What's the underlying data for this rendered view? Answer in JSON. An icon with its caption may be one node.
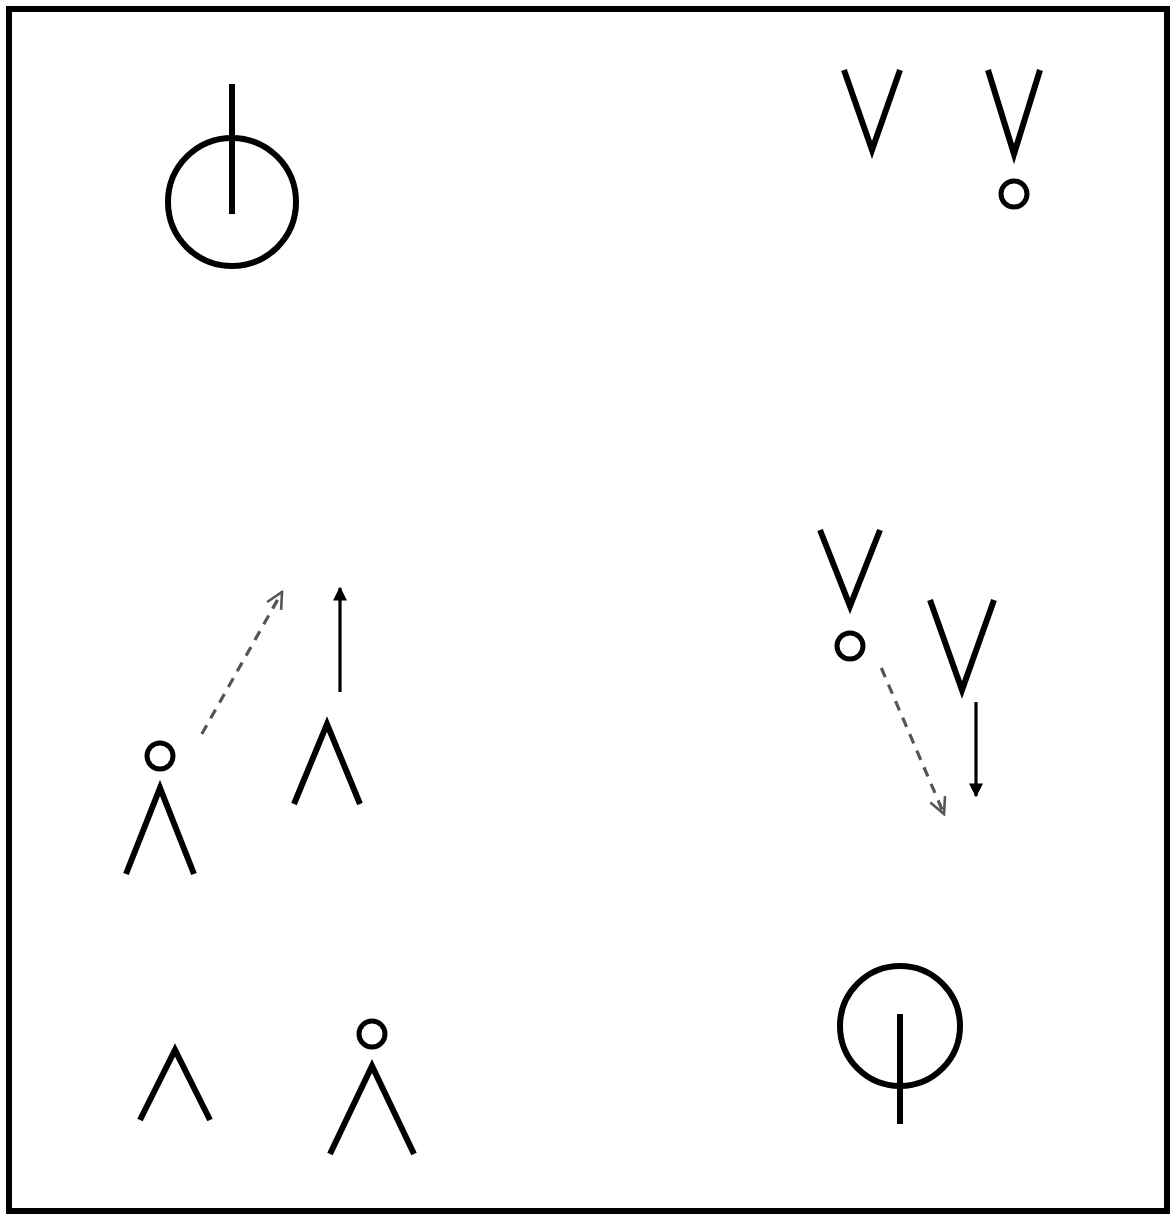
{
  "diagram": {
    "nodes": [
      {
        "text": [],
        "shape": "circle"
      },
      {
        "text": [],
        "shape": "vee"
      },
      {
        "text": [],
        "shape": "vee"
      },
      {
        "text": [],
        "shape": "vee"
      },
      {
        "text": [],
        "shape": "vee"
      },
      {
        "text": [],
        "shape": "caret"
      },
      {
        "text": [],
        "shape": "caret"
      },
      {
        "text": [],
        "shape": "circle"
      },
      {
        "text": [],
        "shape": "caret"
      },
      {
        "text": [],
        "shape": "caret"
      }
    ],
    "edges": [
      {
        "from": 6,
        "to": null,
        "arrow": "to",
        "style": "dashed",
        "color": "#555555"
      },
      {
        "from": 5,
        "to": null,
        "arrow": "to"
      },
      {
        "from": 3,
        "to": null,
        "arrow": "to",
        "style": "dashed",
        "color": "#555555"
      },
      {
        "from": 4,
        "to": null,
        "arrow": "to"
      }
    ]
  }
}
